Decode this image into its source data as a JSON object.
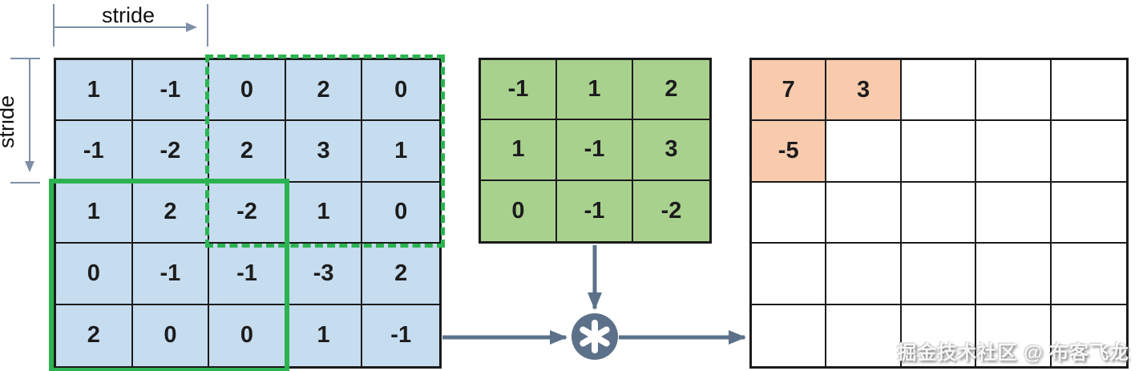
{
  "stride": {
    "top_label": "stride",
    "left_label": "stride"
  },
  "input_matrix": {
    "values": [
      [
        "1",
        "-1",
        "0",
        "2",
        "0"
      ],
      [
        "-1",
        "-2",
        "2",
        "3",
        "1"
      ],
      [
        "1",
        "2",
        "-2",
        "1",
        "0"
      ],
      [
        "0",
        "-1",
        "-1",
        "-3",
        "2"
      ],
      [
        "2",
        "0",
        "0",
        "1",
        "-1"
      ]
    ],
    "dashed_window": {
      "row": 0,
      "col": 2,
      "rows": 3,
      "cols": 3
    },
    "solid_window": {
      "row": 2,
      "col": 0,
      "rows": 3,
      "cols": 3
    }
  },
  "kernel_matrix": {
    "values": [
      [
        "-1",
        "1",
        "2"
      ],
      [
        "1",
        "-1",
        "3"
      ],
      [
        "0",
        "-1",
        "-2"
      ]
    ]
  },
  "output_matrix": {
    "values": [
      [
        "7",
        "3",
        "",
        "",
        ""
      ],
      [
        "-5",
        "",
        "",
        "",
        ""
      ],
      [
        "",
        "",
        "",
        "",
        ""
      ],
      [
        "",
        "",
        "",
        "",
        ""
      ],
      [
        "",
        "",
        "",
        "",
        ""
      ]
    ],
    "highlighted_cells": [
      [
        0,
        0
      ],
      [
        0,
        1
      ],
      [
        1,
        0
      ]
    ]
  },
  "operator": {
    "symbol": "*"
  },
  "watermark": "掘金技术社区 @ 布客飞龙",
  "colors": {
    "background": "#ffffff",
    "grid_line": "#1b1b1b",
    "input_cell_fill": "#c6dcef",
    "kernel_cell_fill": "#a9d18e",
    "output_highlight_fill": "#f8cbad",
    "selection_green": "#2cb351",
    "arrow_slate": "#5c7189",
    "stride_line": "#7e8fa7"
  }
}
